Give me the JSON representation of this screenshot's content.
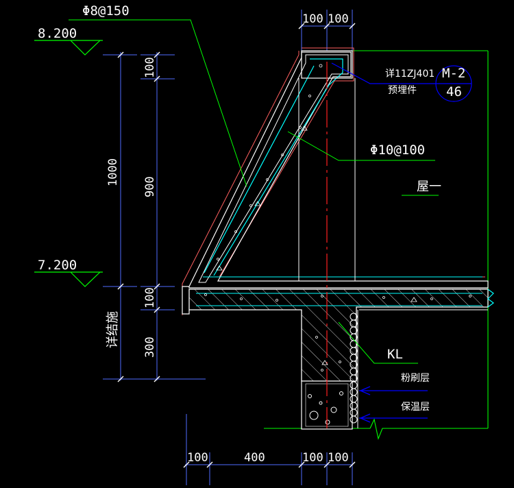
{
  "drawing": {
    "rebar_top": "Φ8@150",
    "rebar_mid": "Φ10@100",
    "level_top": "8.200",
    "level_bottom": "7.200",
    "ref_detail": "详11ZJ401",
    "embedded": "预埋件",
    "ref_code": "M-2",
    "ref_sheet": "46",
    "room_label": "屋一",
    "beam_label": "KL",
    "plaster_label": "粉刷层",
    "insulation_label": "保温层",
    "struct_note": "详结施",
    "dim_top_left": "100",
    "dim_top_right": "100",
    "dim_v_total": "1000",
    "dim_v_100a": "100",
    "dim_v_900": "900",
    "dim_v_100b": "100",
    "dim_v_300": "300",
    "dim_b_100a": "100",
    "dim_b_400": "400",
    "dim_b_100b": "100",
    "dim_b_100c": "100"
  },
  "colors": {
    "background": "#000000",
    "dimension": "#4f6cff",
    "leader": "#00ff00",
    "outline": "#ffffff",
    "rebar": "#00ffff",
    "axis": "#ff2020",
    "callout": "#0000ff",
    "boundary": "#ff6060"
  }
}
